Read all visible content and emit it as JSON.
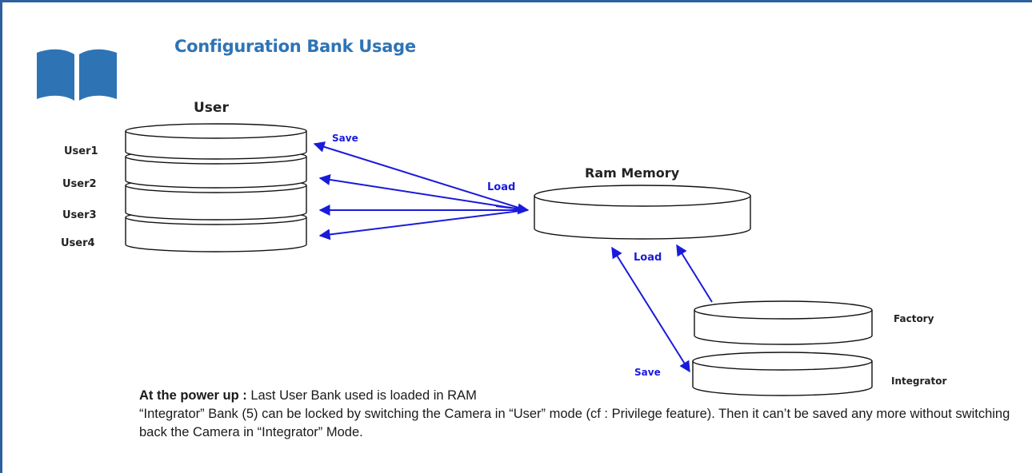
{
  "title": "Configuration Bank Usage",
  "icons": {
    "book": "open-book-icon"
  },
  "colors": {
    "accent": "#2e74b5",
    "border": "#2e5f9e",
    "arrow": "#1a1adb"
  },
  "diagram": {
    "user_group_label": "User",
    "user_banks": [
      "User1",
      "User2",
      "User3",
      "User4"
    ],
    "ram_label": "Ram Memory",
    "factory_label": "Factory",
    "integrator_label": "Integrator",
    "arrow_labels": {
      "user_save": "Save",
      "user_load": "Load",
      "ram_load": "Load",
      "integrator_save": "Save"
    }
  },
  "notes": {
    "power_up_label": "At the power up :",
    "power_up_text": " Last User Bank used is loaded in RAM",
    "integrator_note": "“Integrator” Bank (5) can be locked by switching the Camera in “User” mode (cf : Privilege feature). Then it can’t be saved any more without switching back the Camera in “Integrator” Mode."
  }
}
